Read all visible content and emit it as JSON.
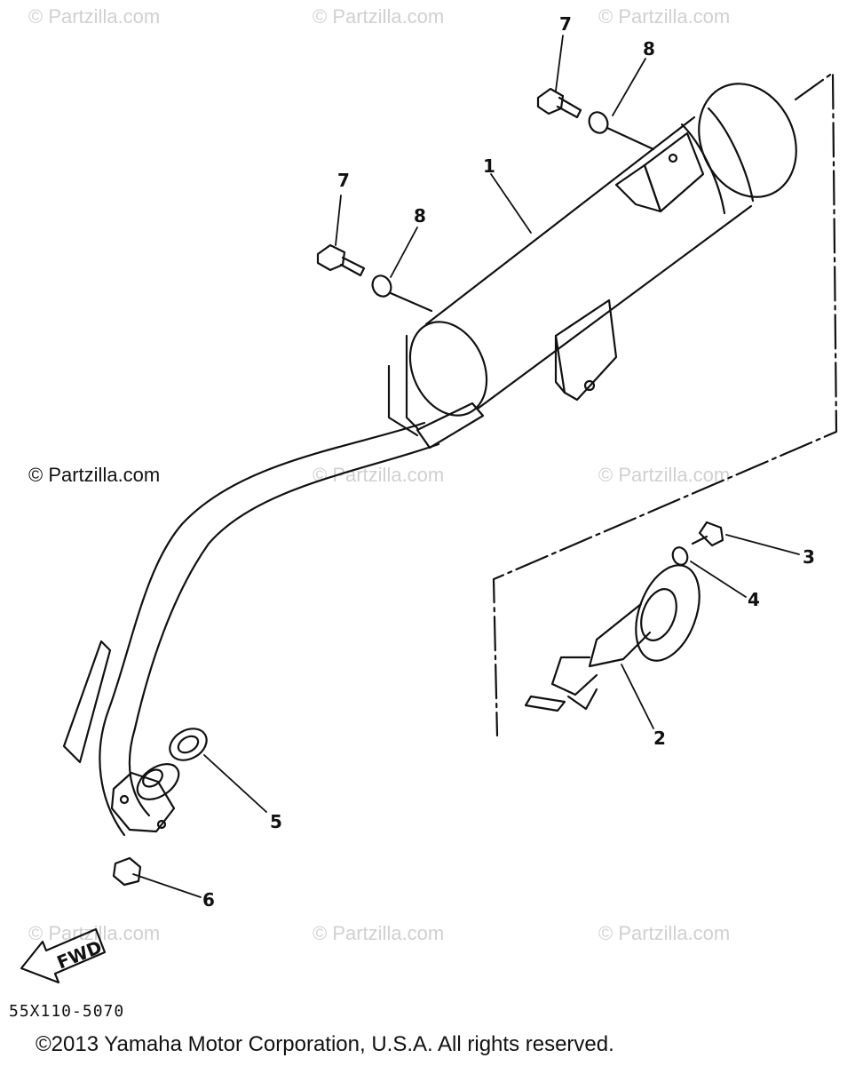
{
  "watermarks": {
    "text": "© Partzilla.com",
    "prominent": "© Partzilla.com"
  },
  "callouts": {
    "c1": "1",
    "c2": "2",
    "c3": "3",
    "c4": "4",
    "c5": "5",
    "c6": "6",
    "c7a": "7",
    "c7b": "7",
    "c8a": "8",
    "c8b": "8"
  },
  "fwd_label": "FWD",
  "reference_code": "55X110-5070",
  "copyright": "©2013 Yamaha Motor Corporation, U.S.A. All rights reserved."
}
